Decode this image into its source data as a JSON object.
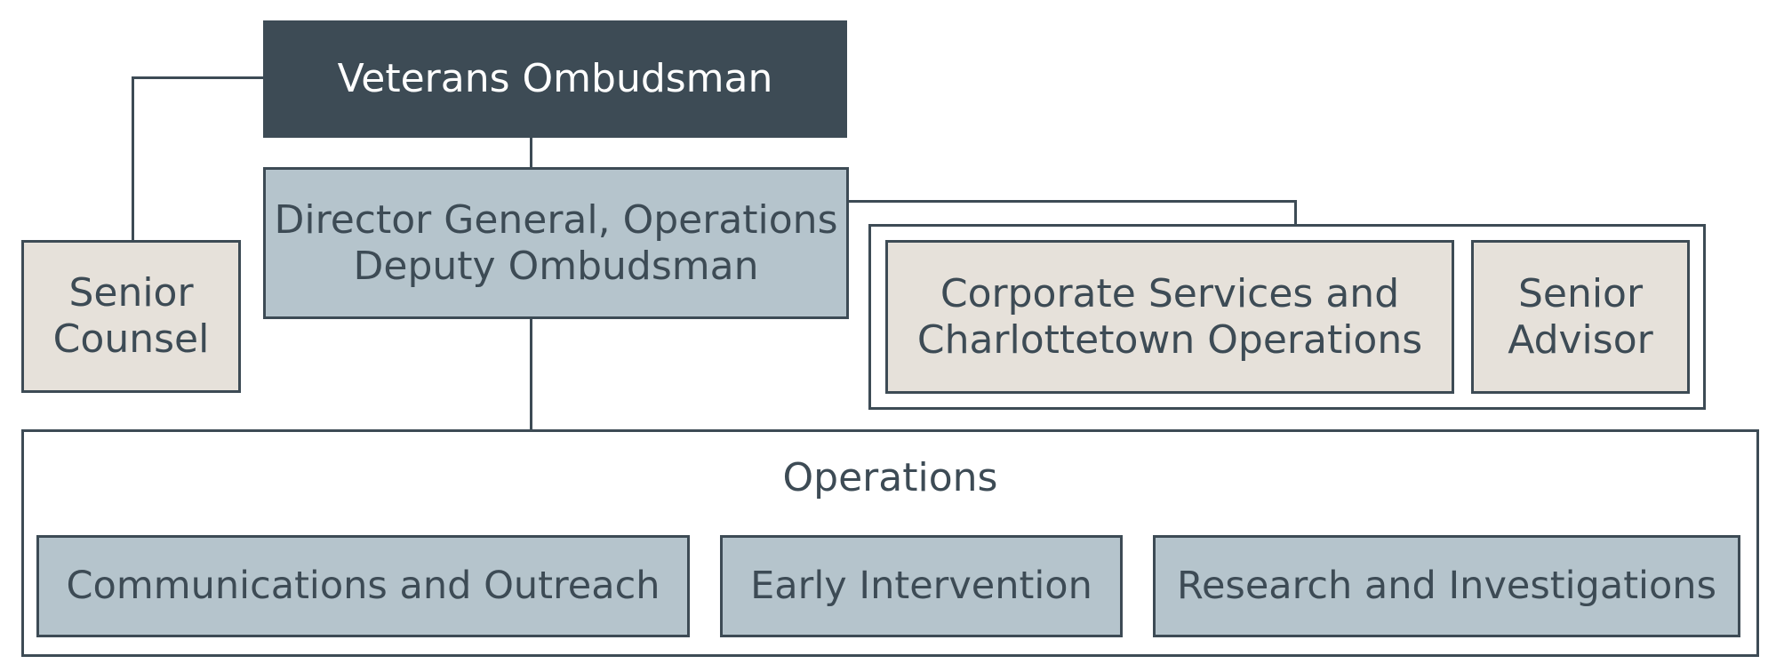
{
  "org": {
    "top": "Veterans Ombudsman",
    "director_line1": "Director General, Operations",
    "director_line2": "Deputy Ombudsman",
    "senior_counsel_line1": "Senior",
    "senior_counsel_line2": "Counsel",
    "corporate_line1": "Corporate Services and",
    "corporate_line2": "Charlottetown Operations",
    "senior_advisor_line1": "Senior",
    "senior_advisor_line2": "Advisor",
    "operations_title": "Operations",
    "units": [
      "Communications and Outreach",
      "Early Intervention",
      "Research and Investigations"
    ]
  },
  "colors": {
    "dark": "#3d4b55",
    "blue": "#b5c4cc",
    "beige": "#e6e1da"
  }
}
